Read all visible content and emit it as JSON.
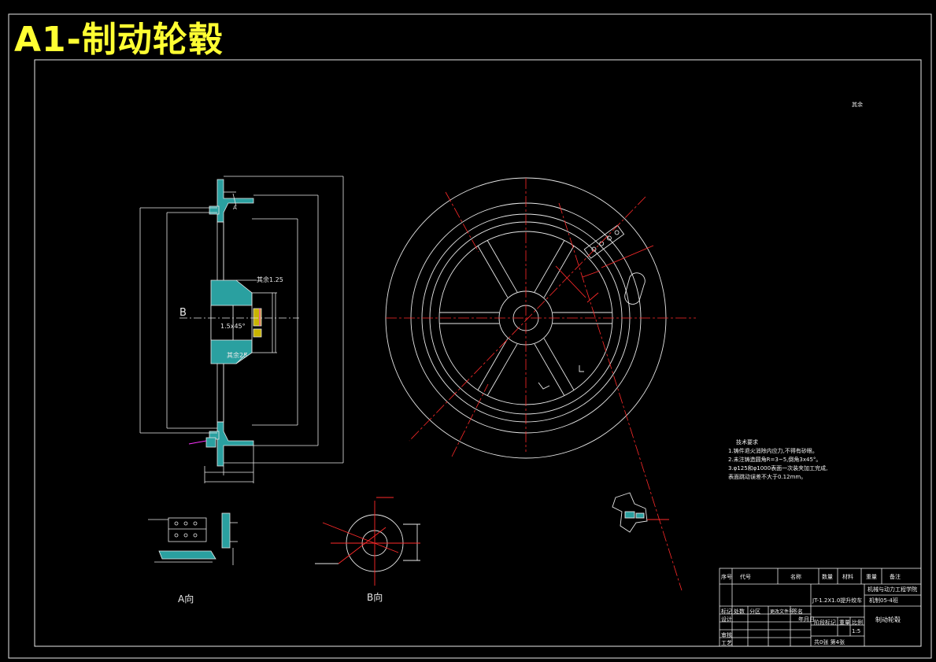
{
  "banner": "A1-制动轮毂",
  "labels": {
    "roughness": "其余",
    "section_a_mark": "A",
    "view_b_mark": "B",
    "chamfer": "1.5x45°",
    "surface_top": "其余1.25",
    "surface_bottom": "其余25",
    "view_a": "A向",
    "view_b": "B向"
  },
  "notes": {
    "heading": "技术要求",
    "lines": [
      "1.铸件退火消除内应力,不得有砂眼。",
      "2.未注铸造圆角R=3~5,倒角3x45°。",
      "3.φ125和φ1000表面一次装夹加工完成,",
      "  表面跳动误差不大于0.12mm。"
    ]
  },
  "title_block": {
    "header": [
      "序号",
      "代号",
      "名称",
      "数量",
      "材料",
      "重量",
      "备注"
    ],
    "project": "JT-1.2X1.0提升绞车",
    "school": "机械与动力工程学院",
    "class": "机制05-4班",
    "part_name": "制动轮毂",
    "scale": "1:5",
    "sheets": "共0张 第4张",
    "rows": [
      "标记",
      "设计",
      "审核",
      "工艺"
    ],
    "cols": [
      "处数",
      "分区",
      "更改文件号",
      "签名",
      "年月日"
    ],
    "stage": [
      "阶段标记",
      "重量",
      "比例"
    ]
  }
}
